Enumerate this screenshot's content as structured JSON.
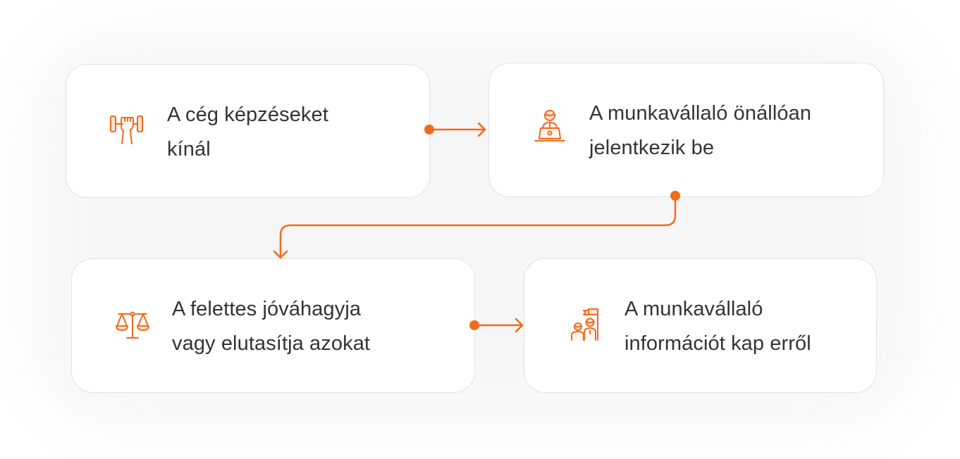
{
  "diagram": {
    "type": "process-flow",
    "accent_color": "#F26A1B",
    "text_color": "#353333",
    "steps": [
      {
        "id": 1,
        "icon": "dumbbell-hand-icon",
        "text": "A cég képzéseket\nkínál"
      },
      {
        "id": 2,
        "icon": "person-laptop-icon",
        "text": "A munkavállaló önállóan\njelentkezik be"
      },
      {
        "id": 3,
        "icon": "balance-scale-icon",
        "text": "A felettes jóváhagyja\nvagy elutasítja azokat"
      },
      {
        "id": 4,
        "icon": "people-flag-icon",
        "text": "A munkavállaló\ninformációt kap erről"
      }
    ],
    "connections": [
      {
        "from": 1,
        "to": 2,
        "direction": "right"
      },
      {
        "from": 2,
        "to": 3,
        "direction": "down-left"
      },
      {
        "from": 3,
        "to": 4,
        "direction": "right"
      }
    ]
  }
}
